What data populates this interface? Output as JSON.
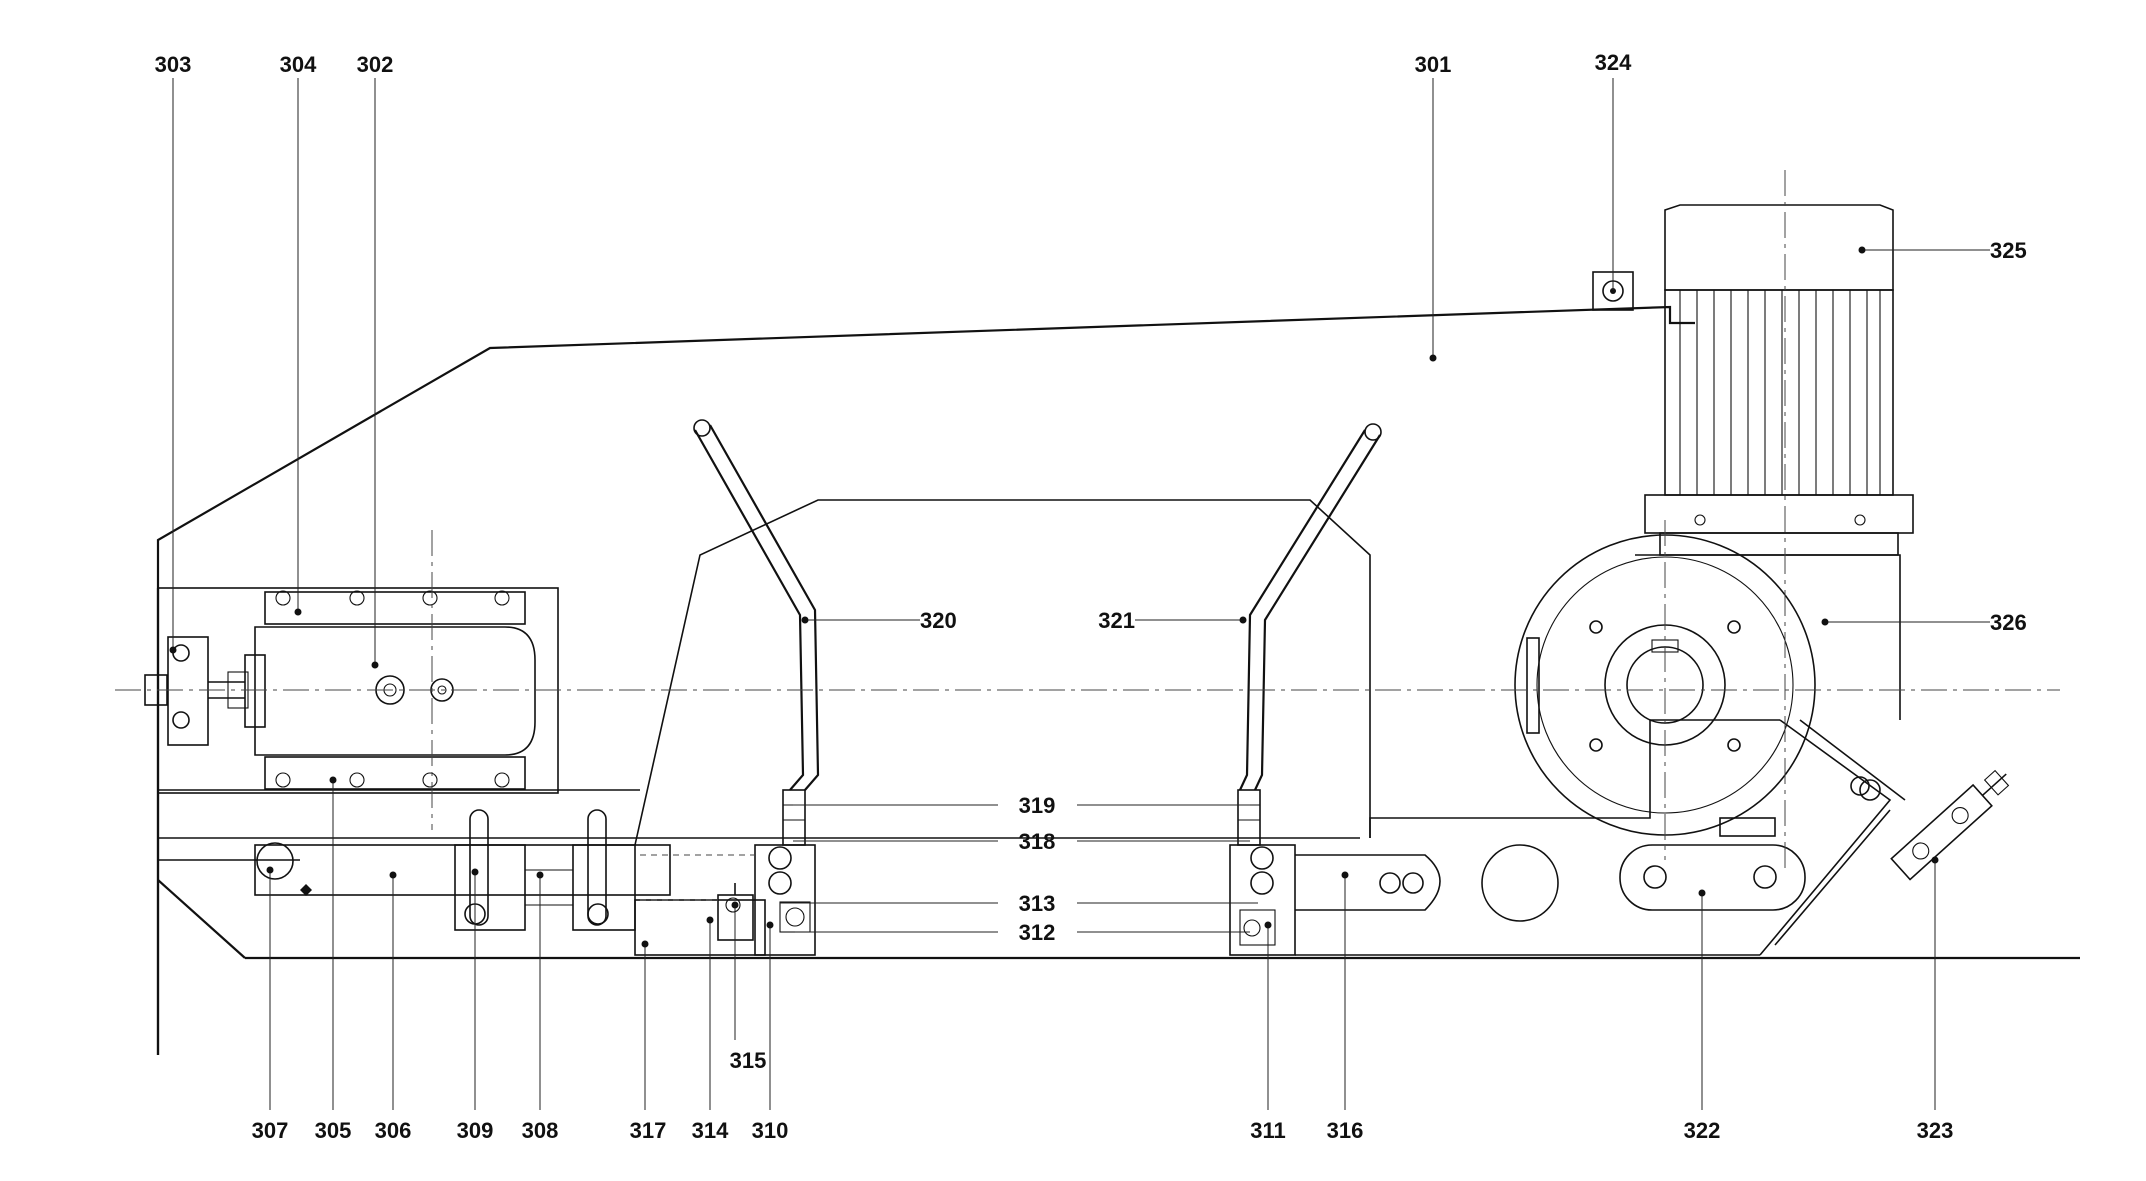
{
  "diagram": {
    "part_labels": [
      "301",
      "302",
      "303",
      "304",
      "305",
      "306",
      "307",
      "308",
      "309",
      "310",
      "311",
      "312",
      "313",
      "314",
      "315",
      "316",
      "317",
      "318",
      "319",
      "320",
      "321",
      "322",
      "323",
      "324",
      "325",
      "326"
    ]
  }
}
